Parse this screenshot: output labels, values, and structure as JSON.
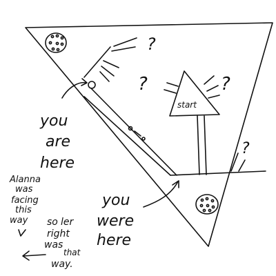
{
  "labels": {
    "start": "start",
    "you_are_here": [
      "you",
      "are",
      "here"
    ],
    "you_were_here": [
      "you",
      "were",
      "here"
    ],
    "alanna_note": [
      "Alanna",
      "was",
      "facing",
      "this",
      "way"
    ],
    "solar_note": [
      "so",
      "ler",
      "right",
      "was",
      "that",
      "way."
    ],
    "question_mark": "?"
  }
}
